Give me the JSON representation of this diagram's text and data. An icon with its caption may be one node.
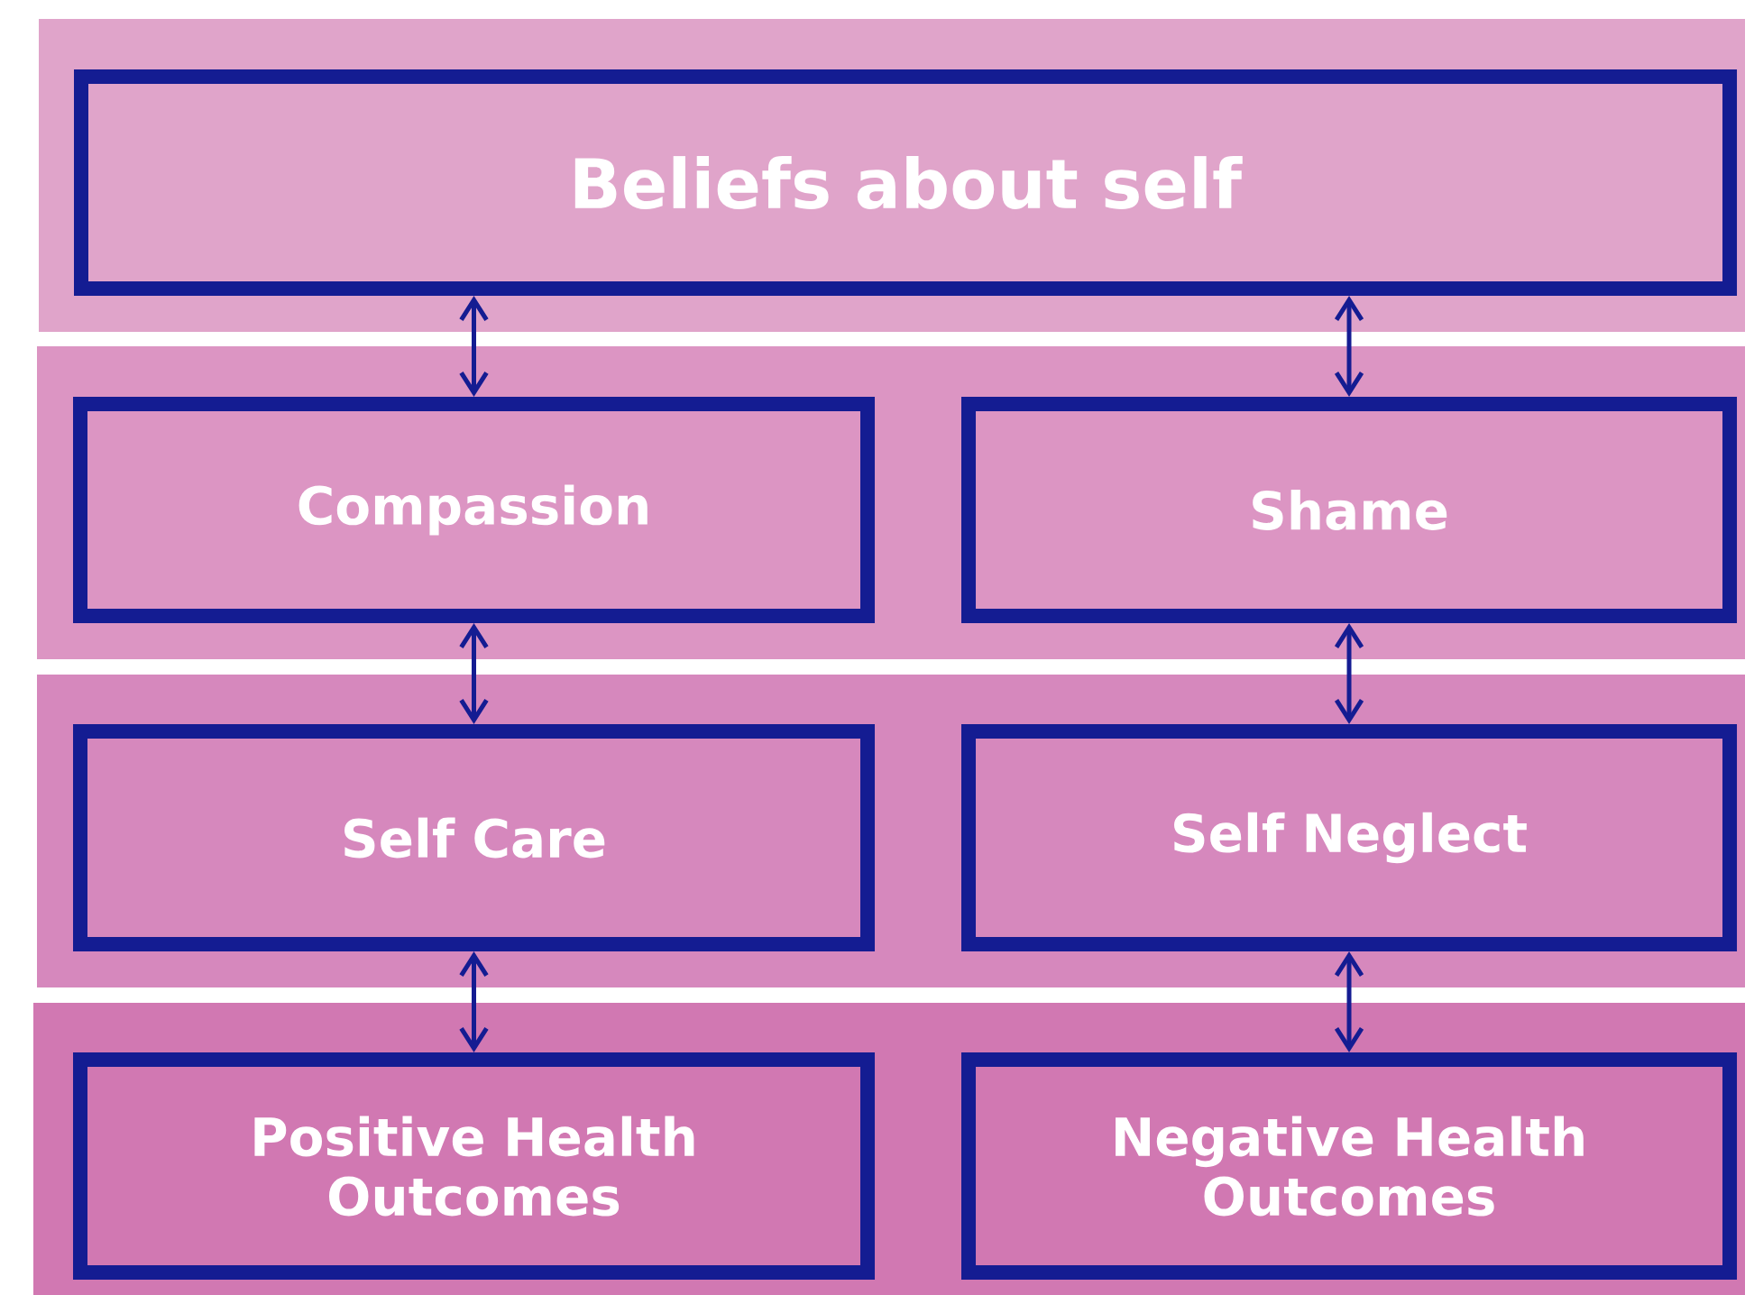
{
  "diagram": {
    "nodes": [
      {
        "text": [
          "Beliefs about self"
        ]
      },
      {
        "text": [
          "Compassion"
        ]
      },
      {
        "text": [
          "Shame"
        ]
      },
      {
        "text": [
          "Self Care"
        ]
      },
      {
        "text": [
          "Self Neglect"
        ]
      },
      {
        "text": [
          "Positive Health Outcomes"
        ]
      },
      {
        "text": [
          "Negative Health Outcomes"
        ]
      }
    ],
    "edges": [
      {
        "from": 0,
        "to": 1,
        "arrow": "both"
      },
      {
        "from": 0,
        "to": 2,
        "arrow": "both"
      },
      {
        "from": 1,
        "to": 3,
        "arrow": "both"
      },
      {
        "from": 2,
        "to": 4,
        "arrow": "both"
      },
      {
        "from": 3,
        "to": 5,
        "arrow": "both"
      },
      {
        "from": 4,
        "to": 6,
        "arrow": "both"
      }
    ]
  }
}
